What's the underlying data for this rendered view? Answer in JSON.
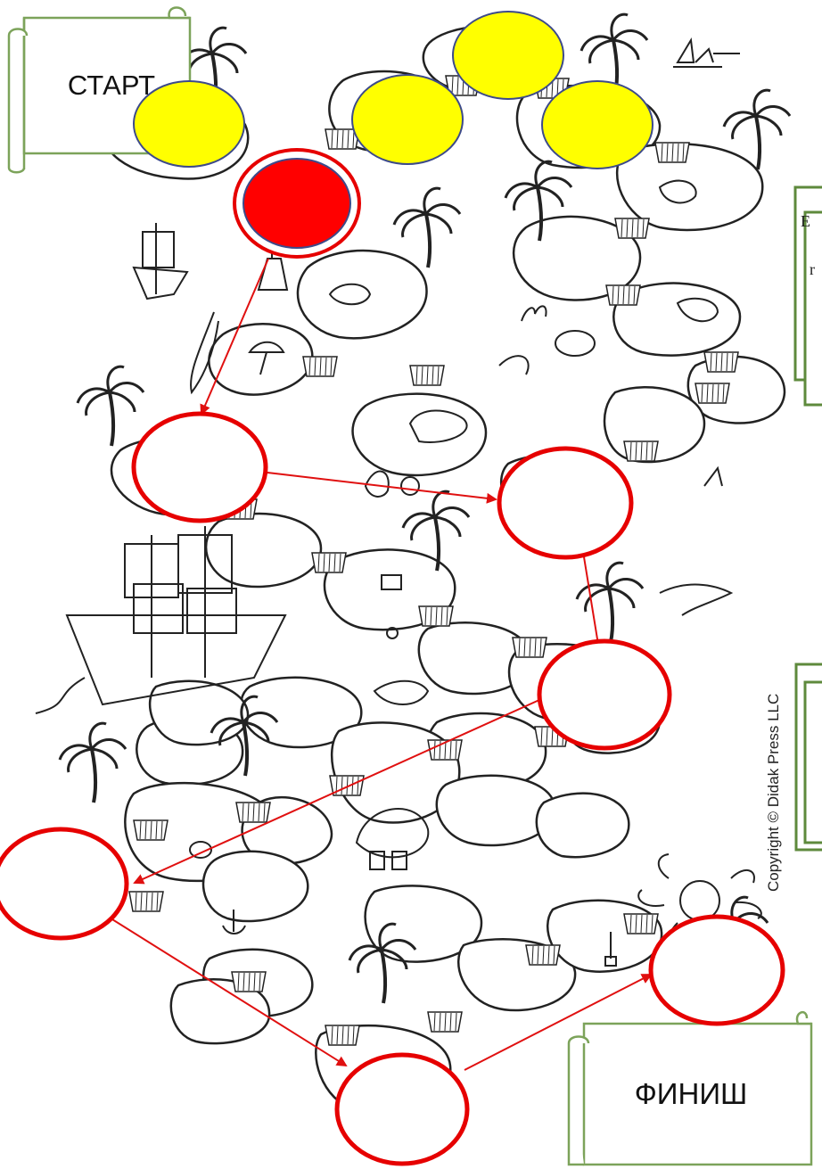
{
  "labels": {
    "start": "СТАРТ",
    "finish": "ФИНИШ",
    "copyright": "Copyright © Didak Press LLC",
    "side_letter_1": "E",
    "side_letter_2": "r"
  },
  "colors": {
    "yellow_node": "#ffff00",
    "red_node": "#ff0000",
    "node_outline": "#3d4a8a",
    "path_ring": "#e60000",
    "arrow": "#e01010",
    "scroll_border": "#7ca35a",
    "box_border": "#5e8a3c",
    "ink": "#222222"
  },
  "icons": [
    "palm-tree-icon",
    "sailboat-icon",
    "pirate-ship-icon",
    "shark-icon",
    "octopus-icon",
    "treasure-chest-icon",
    "skull-icon",
    "anchor-icon",
    "turtle-icon",
    "shovel-icon",
    "beach-umbrella-icon",
    "lighthouse-icon",
    "whale-icon",
    "dolphin-icon",
    "ball-icon",
    "seal-icon",
    "barrel-icon"
  ]
}
